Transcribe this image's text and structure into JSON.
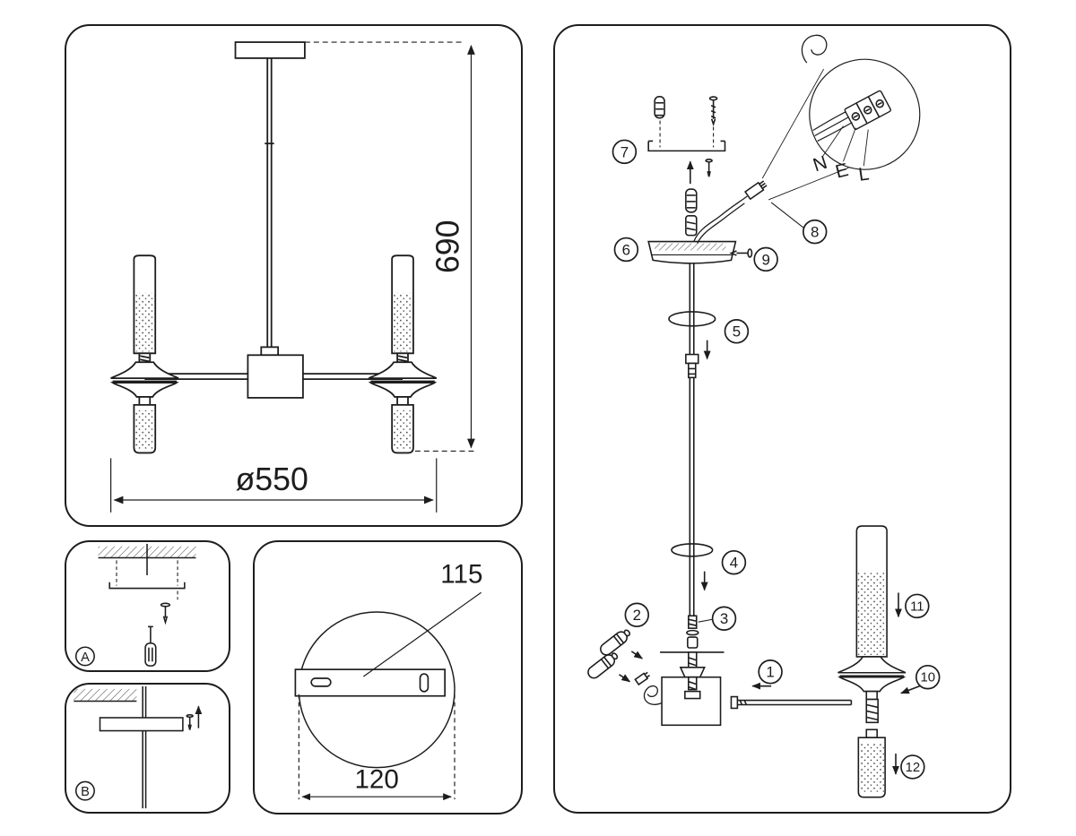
{
  "sheet": {
    "background": "#ffffff",
    "line_color": "#1d1d1d"
  },
  "dimensions_panel": {
    "height": "690",
    "diameter": "ø550"
  },
  "mount_detail_a": {
    "label": "A"
  },
  "mount_detail_b": {
    "label": "B"
  },
  "bracket_panel": {
    "bracket_length": "115",
    "canopy_diameter": "120"
  },
  "assembly": {
    "steps": [
      "1",
      "2",
      "3",
      "4",
      "5",
      "6",
      "7",
      "8",
      "9",
      "10",
      "11",
      "12"
    ],
    "wires": {
      "n": "N",
      "e": "E",
      "l": "L"
    }
  }
}
